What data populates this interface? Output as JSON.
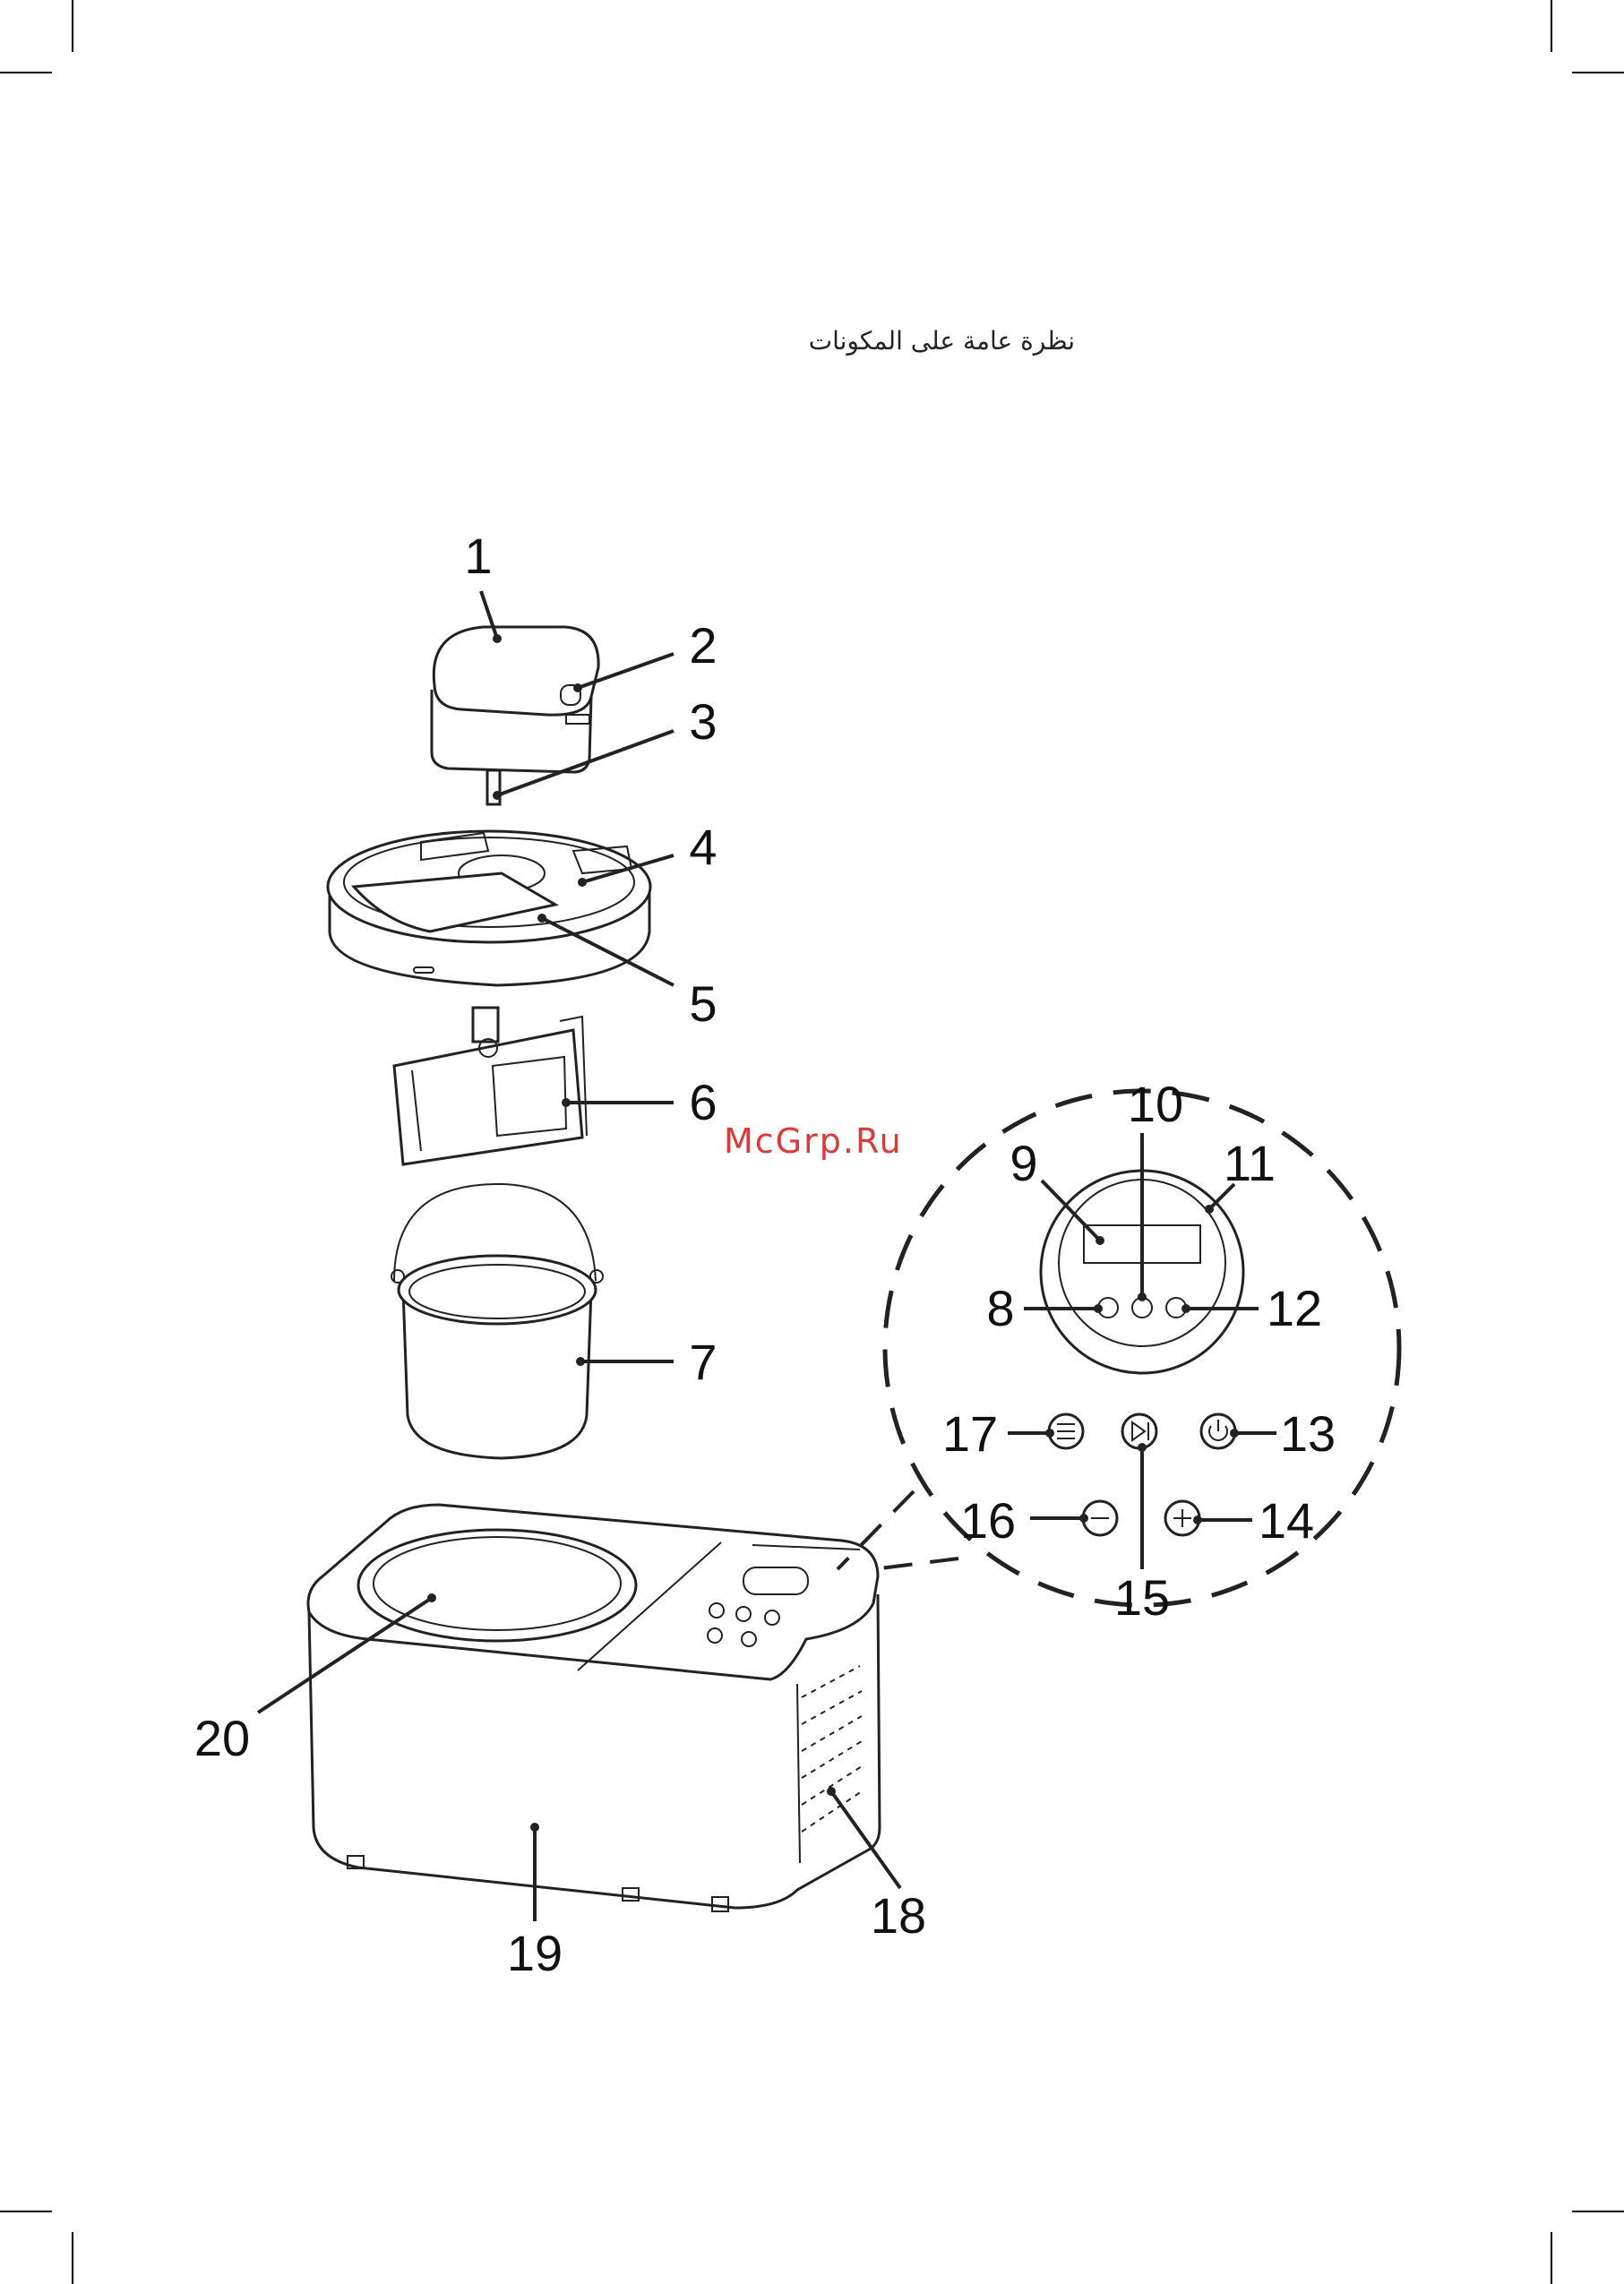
{
  "page": {
    "title": "نظرة عامة على المكونات",
    "watermark": "McGrp.Ru"
  },
  "labels": {
    "l1": "1",
    "l2": "2",
    "l3": "3",
    "l4": "4",
    "l5": "5",
    "l6": "6",
    "l7": "7",
    "l8": "8",
    "l9": "9",
    "l10": "10",
    "l11": "11",
    "l12": "12",
    "l13": "13",
    "l14": "14",
    "l15": "15",
    "l16": "16",
    "l17": "17",
    "l18": "18",
    "l19": "19",
    "l20": "20"
  }
}
